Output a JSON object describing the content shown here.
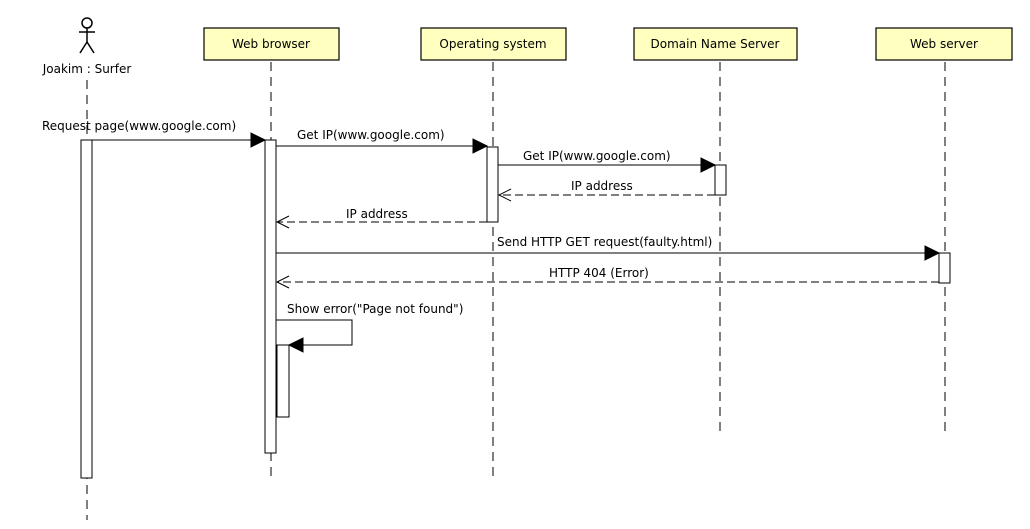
{
  "diagram": {
    "type": "sequence",
    "actor": {
      "label": "Joakim : Surfer",
      "icon": "stick-figure-icon"
    },
    "participants": [
      {
        "label": "Web browser"
      },
      {
        "label": "Operating system"
      },
      {
        "label": "Domain Name Server"
      },
      {
        "label": "Web server"
      }
    ],
    "messages": [
      {
        "label": "Request page(www.google.com)",
        "kind": "synchronous"
      },
      {
        "label": "Get IP(www.google.com)",
        "kind": "synchronous"
      },
      {
        "label": "Get IP(www.google.com)",
        "kind": "synchronous"
      },
      {
        "label": "IP address",
        "kind": "return"
      },
      {
        "label": "IP address",
        "kind": "return"
      },
      {
        "label": "Send HTTP GET request(faulty.html)",
        "kind": "synchronous"
      },
      {
        "label": "HTTP 404 (Error)",
        "kind": "return"
      },
      {
        "label": "Show error(\"Page not found\")",
        "kind": "self-call"
      }
    ],
    "colors": {
      "participant_fill": "#ffffc0",
      "line": "#000000",
      "background": "#ffffff"
    }
  }
}
